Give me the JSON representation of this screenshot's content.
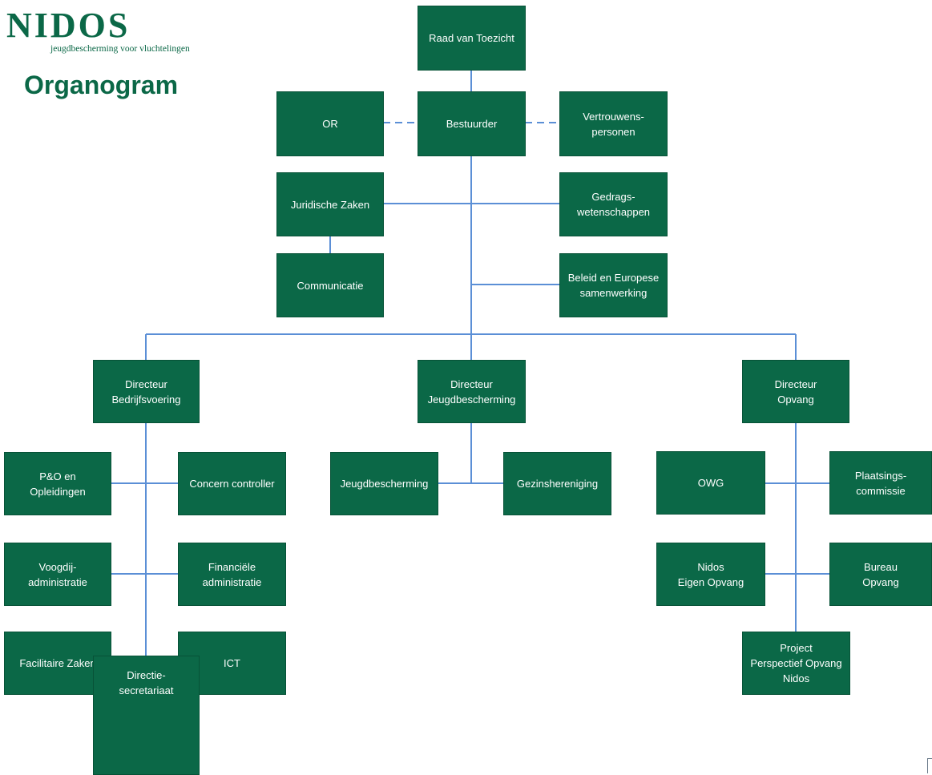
{
  "header": {
    "logo_text": "NIDOS",
    "logo_tagline": "jeugdbescherming voor vluchtelingen",
    "title": "Organogram"
  },
  "colors": {
    "box_fill": "#0b6847",
    "box_border": "#075237",
    "connector": "#5b8fd6",
    "brand_text": "#0b6847"
  },
  "nodes": {
    "raad": "Raad van Toezicht",
    "or": "OR",
    "bestuurder": "Bestuurder",
    "vertrouwens": "Vertrouwens-\npersonen",
    "juridische": "Juridische Zaken",
    "gedrags": "Gedrags-\nwetenschappen",
    "communicatie": "Communicatie",
    "beleid": "Beleid en Europese\nsamenwerking",
    "dir_bv": "Directeur\nBedrijfsvoering",
    "dir_jb": "Directeur\nJeugdbescherming",
    "dir_op": "Directeur\nOpvang",
    "po": "P&O en\nOpleidingen",
    "concern": "Concern controller",
    "voogdij": "Voogdij-\nadministratie",
    "financiele": "Financiële\nadministratie",
    "facilitaire": "Facilitaire Zaken",
    "ict": "ICT",
    "directie_secr": "Directie-\nsecretariaat",
    "jeugdbescherming": "Jeugdbescherming",
    "gezinshereniging": "Gezinshereniging",
    "owg": "OWG",
    "plaatsings": "Plaatsings-\ncommissie",
    "nidos_eigen": "Nidos\nEigen Opvang",
    "bureau_opvang": "Bureau\nOpvang",
    "project": "Project\nPerspectief Opvang\nNidos"
  }
}
